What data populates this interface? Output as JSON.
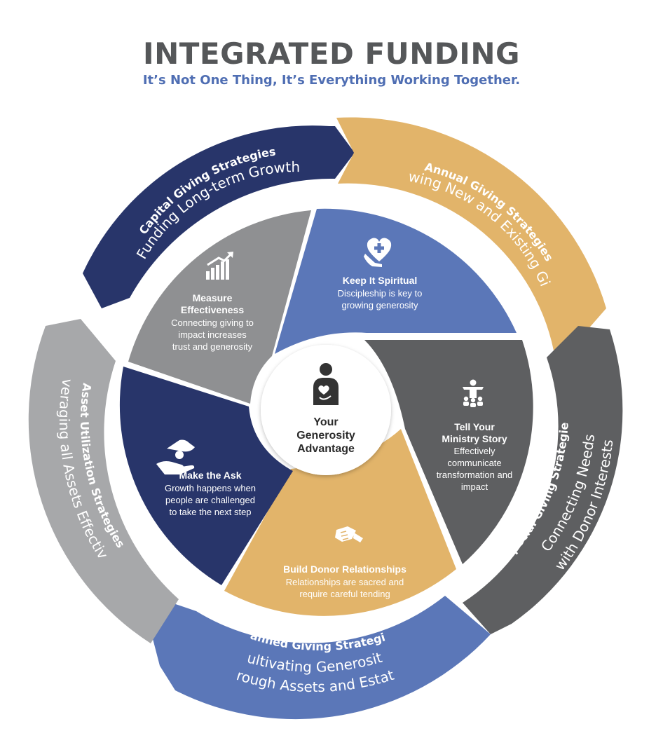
{
  "header": {
    "title": "INTEGRATED FUNDING",
    "subtitle": "It’s Not One Thing, It’s Everything Working Together."
  },
  "colors": {
    "navy": "#28356a",
    "gold": "#e2b46a",
    "dark_gray": "#5e5f61",
    "mid_gray": "#8f9092",
    "blue": "#5b77b8",
    "light_gray": "#a7a8aa"
  },
  "outer_ring": [
    {
      "key": "capital",
      "title": "Capital Giving Strategies",
      "subtitle_lines": [
        "Funding Long-term Growth"
      ]
    },
    {
      "key": "annual",
      "title": "Annual Giving Strategies",
      "subtitle_lines": [
        "Growing New and Existing Givers"
      ]
    },
    {
      "key": "special",
      "title": "Special Giving Strategies",
      "subtitle_lines": [
        "Connecting Needs",
        "with Donor Interests"
      ]
    },
    {
      "key": "planned",
      "title": "Planned Giving Strategies",
      "subtitle_lines": [
        "Cultivating Generosity",
        "through Assets and Estates"
      ]
    },
    {
      "key": "asset",
      "title": "Asset Utilization Strategies",
      "subtitle_lines": [
        "Leveraging all Assets Effectively"
      ]
    }
  ],
  "inner_wedges": [
    {
      "key": "keep_spiritual",
      "icon": "heart-hand-icon",
      "title_lines": [
        "Keep It Spiritual"
      ],
      "desc_lines": [
        "Discipleship is key to",
        "growing generosity"
      ]
    },
    {
      "key": "ministry_story",
      "icon": "crowd-icon",
      "title_lines": [
        "Tell Your",
        "Ministry Story"
      ],
      "desc_lines": [
        "Effectively",
        "communicate",
        "transformation and",
        "impact"
      ]
    },
    {
      "key": "donor_relationships",
      "icon": "handshake-icon",
      "title_lines": [
        "Build Donor Relationships"
      ],
      "desc_lines": [
        "Relationships are sacred and",
        "require careful tending"
      ]
    },
    {
      "key": "make_ask",
      "icon": "coin-hand-icon",
      "title_lines": [
        "Make the Ask"
      ],
      "desc_lines": [
        "Growth happens when",
        "people are challenged",
        "to take the next step"
      ]
    },
    {
      "key": "measure",
      "icon": "growth-chart-icon",
      "title_lines": [
        "Measure",
        "Effectiveness"
      ],
      "desc_lines": [
        "Connecting giving to",
        "impact increases",
        "trust and generosity"
      ]
    }
  ],
  "center": {
    "icon": "person-heart-icon",
    "lines": [
      "Your",
      "Generosity",
      "Advantage"
    ]
  }
}
